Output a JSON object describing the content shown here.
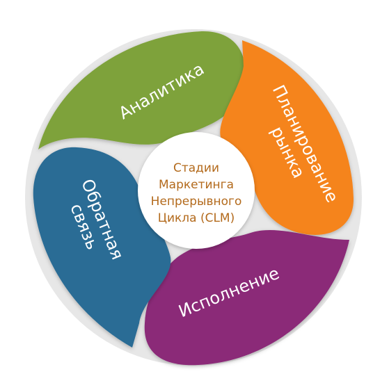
{
  "center": {
    "lines": [
      "Стадии",
      "Маркетинга",
      "Непрерывного",
      "Цикла (CLM)"
    ]
  },
  "segments": [
    {
      "id": "analytics",
      "label": "Аналитика",
      "color": "#7ea23a"
    },
    {
      "id": "planning",
      "lines": [
        "Планирование",
        "рынка"
      ],
      "color": "#f5841f"
    },
    {
      "id": "execution",
      "label": "Исполнение",
      "color": "#8b2a78"
    },
    {
      "id": "feedback",
      "lines": [
        "Обратная",
        "связь"
      ],
      "color": "#2c6c95"
    }
  ]
}
